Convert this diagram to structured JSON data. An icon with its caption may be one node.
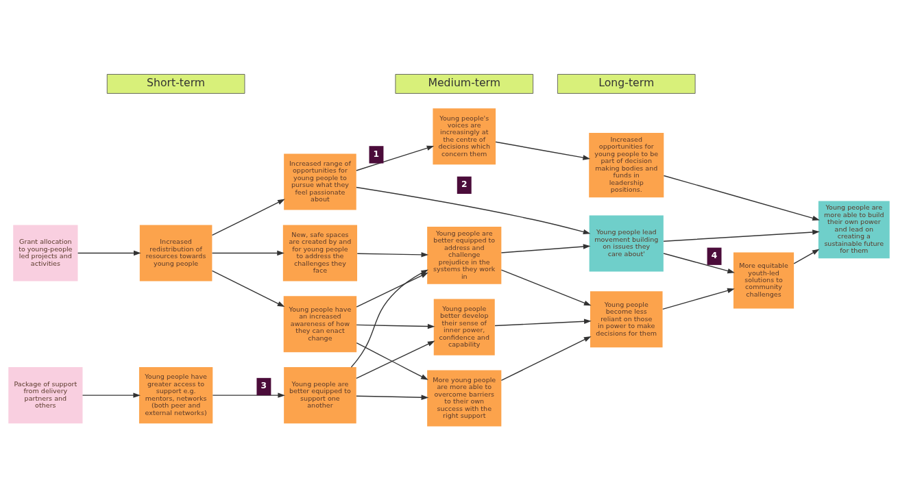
{
  "diagram": {
    "nodes": [
      {
        "text": [
          "Grant allocation to young-people led projects and activities"
        ]
      },
      {
        "text": [
          "Increased redistribution of resources towards young people"
        ]
      },
      {
        "text": [
          "Increased range of opportunities for young people to pursue what they feel passionate about"
        ]
      },
      {
        "text": [
          "New, safe spaces are created by and for young people to address the challenges they face"
        ]
      },
      {
        "text": [
          "Young people have an increased awareness of how they can enact change"
        ]
      },
      {
        "text": [
          "Package of support from delivery partners and others"
        ]
      },
      {
        "text": [
          "Young people have greater access to support e.g. mentors, networks (both peer and external networks)"
        ]
      },
      {
        "text": [
          "Young people are better equipped to support one another"
        ]
      },
      {
        "text": [
          "Young people are better equipped to address and challenge prejudice in the systems they work in"
        ]
      },
      {
        "text": [
          "More young people are more able to overcome barriers to their own success with the right support"
        ]
      },
      {
        "text": [
          "Young people better develop their sense of inner power, confidence and capability"
        ]
      },
      {
        "text": [
          "Young people's voices are increasingly at the centre of decisions which concern them"
        ]
      },
      {
        "text": [
          "Young people lead movement building on issues they care about'"
        ]
      },
      {
        "text": [
          "Increased opportunities for young people to be part of decision making bodies and funds in leadership positions."
        ]
      },
      {
        "text": [
          "Young people become less reliant on those in power to make decisions for them"
        ]
      },
      {
        "text": [
          "More equitable youth-led solutions to community challenges"
        ]
      },
      {
        "text": [
          "Young people are more able to build their own power and lead on creating a sustainable future for them"
        ]
      }
    ],
    "edges": [
      {
        "from": 0,
        "to": 1,
        "arrow": "to"
      },
      {
        "from": 1,
        "to": 2,
        "arrow": "to"
      },
      {
        "from": 1,
        "to": 3,
        "arrow": "to"
      },
      {
        "from": 1,
        "to": 4,
        "arrow": "to"
      },
      {
        "from": 2,
        "to": 11,
        "arrow": "to",
        "label": "1"
      },
      {
        "from": 2,
        "to": 12,
        "arrow": "to",
        "label": "2"
      },
      {
        "from": 3,
        "to": 8,
        "arrow": "to"
      },
      {
        "from": 4,
        "to": 8,
        "arrow": "to"
      },
      {
        "from": 4,
        "to": 9,
        "arrow": "to"
      },
      {
        "from": 4,
        "to": 10,
        "arrow": "to"
      },
      {
        "from": 5,
        "to": 6,
        "arrow": "to"
      },
      {
        "from": 6,
        "to": 7,
        "arrow": "to",
        "label": "3"
      },
      {
        "from": 7,
        "to": 8,
        "arrow": "to"
      },
      {
        "from": 7,
        "to": 9,
        "arrow": "to"
      },
      {
        "from": 7,
        "to": 10,
        "arrow": "to"
      },
      {
        "from": 8,
        "to": 12,
        "arrow": "to"
      },
      {
        "from": 8,
        "to": 14,
        "arrow": "to"
      },
      {
        "from": 9,
        "to": 14,
        "arrow": "to"
      },
      {
        "from": 10,
        "to": 14,
        "arrow": "to"
      },
      {
        "from": 11,
        "to": 13,
        "arrow": "to"
      },
      {
        "from": 12,
        "to": 15,
        "arrow": "to",
        "label": "4"
      },
      {
        "from": 14,
        "to": 15,
        "arrow": "to"
      },
      {
        "from": 13,
        "to": 16,
        "arrow": "to"
      },
      {
        "from": 12,
        "to": 16,
        "arrow": "to"
      },
      {
        "from": 15,
        "to": 16,
        "arrow": "to"
      }
    ],
    "labels": [
      "Short-term",
      "Medium-term",
      "Long-term"
    ]
  }
}
